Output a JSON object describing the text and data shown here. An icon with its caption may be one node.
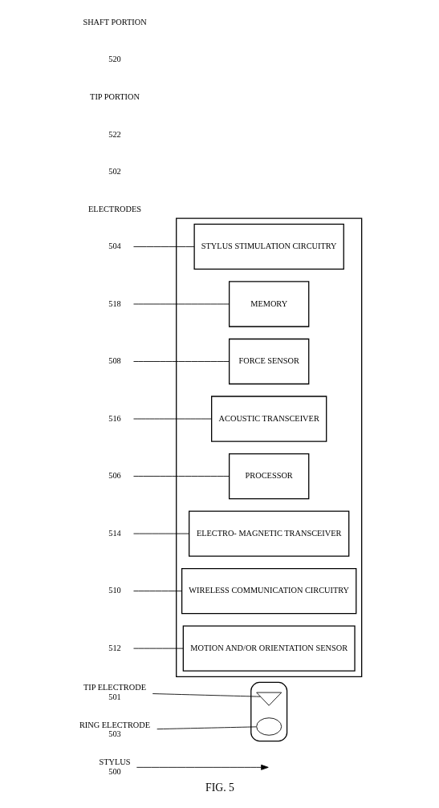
{
  "diagram": {
    "caption": "FIG. 5",
    "nodes": [
      {
        "text": [
          "STYLUS",
          "500"
        ]
      },
      {
        "text": [],
        "shape": "cone"
      },
      {
        "text": [],
        "shape": "bulb",
        "in": 1
      },
      {
        "text": [],
        "shape": "ring",
        "in": 1
      },
      {
        "text": [
          "TIP ELECTRODE",
          "501"
        ]
      },
      {
        "text": [
          "RING ELECTRODE",
          "503"
        ]
      },
      {
        "text": [],
        "shape": "box"
      },
      {
        "text": [
          "STYLUS STIMULATION CIRCUITRY"
        ],
        "in": 6
      },
      {
        "text": [
          "MEMORY"
        ],
        "in": 6
      },
      {
        "text": [
          "FORCE SENSOR"
        ],
        "in": 6
      },
      {
        "text": [
          "ACOUSTIC TRANSCEIVER"
        ],
        "in": 6
      },
      {
        "text": [
          "PROCESSOR"
        ],
        "in": 6
      },
      {
        "text": [
          "ELECTRO- MAGNETIC TRANSCEIVER"
        ],
        "in": 6
      },
      {
        "text": [
          "WIRELESS COMMUNICATION CIRCUITRY"
        ],
        "in": 6
      },
      {
        "text": [
          "MOTION AND/OR ORIENTATION SENSOR"
        ],
        "in": 6
      },
      {
        "text": [
          "504"
        ]
      },
      {
        "text": [
          "518"
        ]
      },
      {
        "text": [
          "508"
        ]
      },
      {
        "text": [
          "516"
        ]
      },
      {
        "text": [
          "506"
        ]
      },
      {
        "text": [
          "514"
        ]
      },
      {
        "text": [
          "510"
        ]
      },
      {
        "text": [
          "512"
        ]
      }
    ],
    "edges": [
      {
        "from": 0,
        "to": null,
        "arrow": "to"
      },
      {
        "from": 4,
        "to": 2,
        "arrow": "none"
      },
      {
        "from": 5,
        "to": 3,
        "arrow": "none"
      },
      {
        "from": 15,
        "to": 7,
        "arrow": "none"
      },
      {
        "from": 16,
        "to": 8,
        "arrow": "none"
      },
      {
        "from": 17,
        "to": 9,
        "arrow": "none"
      },
      {
        "from": 18,
        "to": 10,
        "arrow": "none"
      },
      {
        "from": 19,
        "to": 11,
        "arrow": "none"
      },
      {
        "from": 20,
        "to": 12,
        "arrow": "none"
      },
      {
        "from": 21,
        "to": 13,
        "arrow": "none"
      },
      {
        "from": 22,
        "to": 14,
        "arrow": "none"
      }
    ],
    "labels": [
      "ELECTRODES",
      "502",
      "522",
      "TIP PORTION",
      "520",
      "SHAFT PORTION"
    ]
  }
}
